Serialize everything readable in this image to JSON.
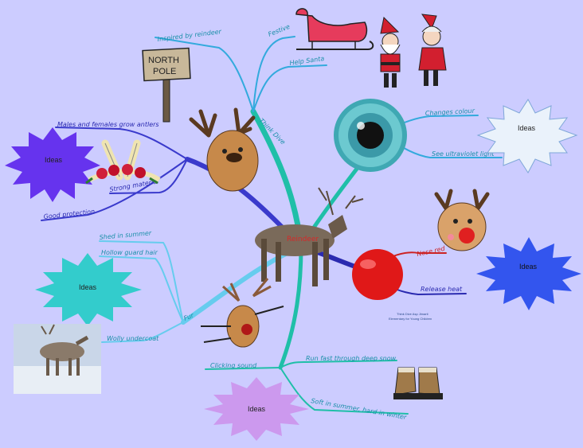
{
  "central": {
    "label": "Reindeer"
  },
  "main_branches": {
    "think_dive": "Think Dive",
    "fur": "Fur"
  },
  "labels": {
    "inspired": "Inspired by reindeer",
    "festive": "Festive",
    "help_santa": "Help Santa",
    "changes_colour": "Changes colour",
    "see_uv": "See ultraviolet light",
    "males_females": "Males and females grow antlers",
    "strong_material": "Strong material",
    "good_protection": "Good protection",
    "shed_summer": "Shed in summer",
    "hollow_hair": "Hollow guard hair",
    "wolly_undercoat": "Wolly undercoat",
    "nose_red": "Nose red",
    "release_heat": "Release heat",
    "clicking_sound": "Clicking sound",
    "run_snow": "Run fast through deep snow",
    "soft_hard": "Soft in summer, hard in winter"
  },
  "ideas": {
    "right_top": "Ideas",
    "left_top": "Ideas",
    "right_mid": "Ideas",
    "left_mid": "Ideas",
    "bottom": "Ideas"
  },
  "signs": {
    "north_pole_line1": "NORTH",
    "north_pole_line2": "POLE"
  },
  "credit": {
    "line1": "Think Dive Asp Jimarti",
    "line2": "Elementary for Young Children"
  }
}
